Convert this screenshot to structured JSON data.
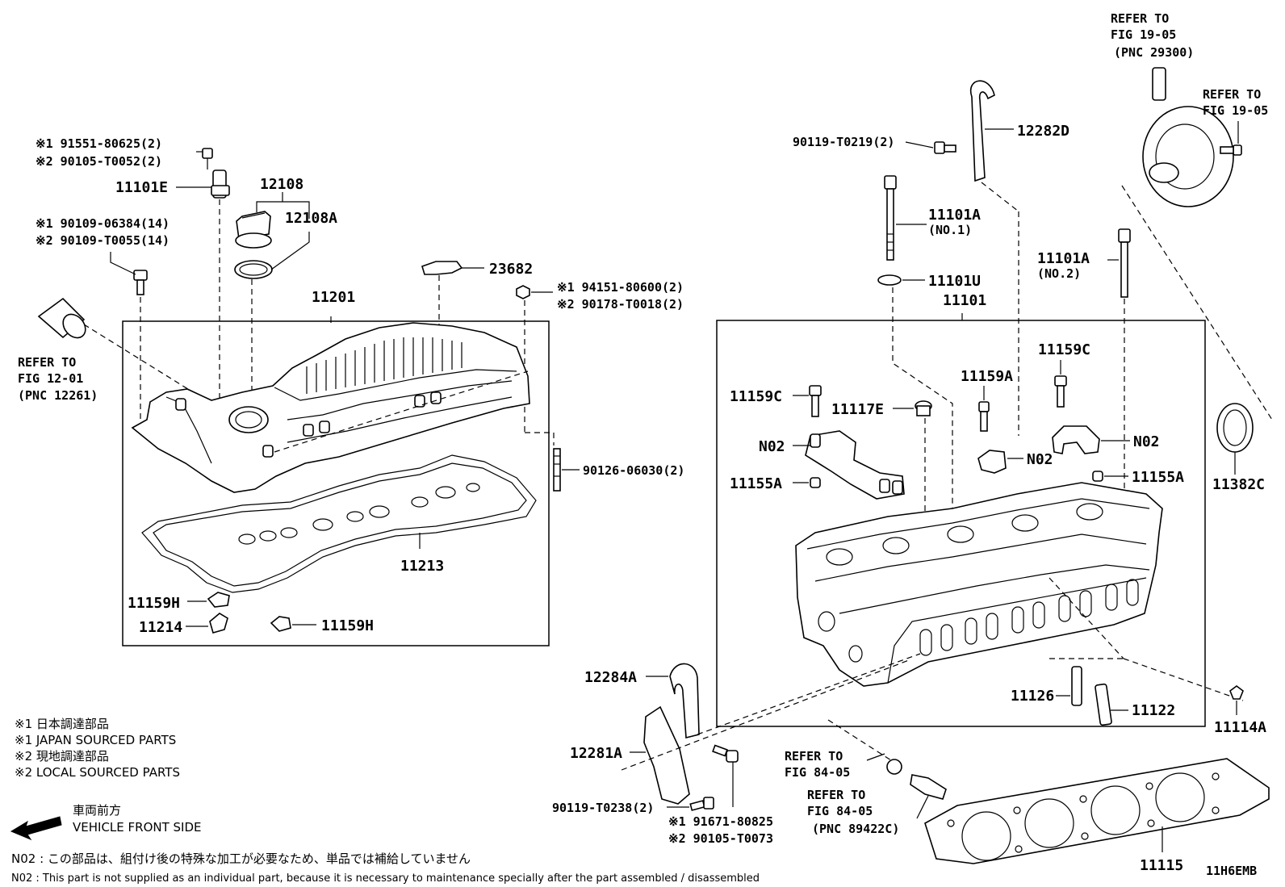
{
  "diagram_code": "11H6EMB",
  "callouts": {
    "c_11101E": "11101E",
    "c_12108": "12108",
    "c_12108A": "12108A",
    "c_23682": "23682",
    "c_11201": "11201",
    "c_90126": "90126-06030(2)",
    "c_11213": "11213",
    "c_11159H_a": "11159H",
    "c_11214": "11214",
    "c_11159H_b": "11159H",
    "c_12282D": "12282D",
    "c_90119_T0219": "90119-T0219(2)",
    "c_11101A_1": "11101A",
    "c_11101A_1_sub": "(NO.1)",
    "c_11101U": "11101U",
    "c_11101": "11101",
    "c_11101A_2": "11101A",
    "c_11101A_2_sub": "(NO.2)",
    "c_11159C_a": "11159C",
    "c_11159A": "11159A",
    "c_11159C_b": "11159C",
    "c_11117E": "11117E",
    "c_N02_a": "N02",
    "c_N02_b": "N02",
    "c_N02_c": "N02",
    "c_11155A_a": "11155A",
    "c_11155A_b": "11155A",
    "c_11382C": "11382C",
    "c_12284A": "12284A",
    "c_12281A": "12281A",
    "c_90119_T0238": "90119-T0238(2)",
    "c_11126": "11126",
    "c_11122": "11122",
    "c_11114A": "11114A",
    "c_11115": "11115"
  },
  "alt_parts": {
    "a1_l1": "※1 91551-80625(2)",
    "a1_l2": "※2 90105-T0052(2)",
    "a2_l1": "※1 90109-06384(14)",
    "a2_l2": "※2 90109-T0055(14)",
    "a3_l1": "※1 94151-80600(2)",
    "a3_l2": "※2 90178-T0018(2)",
    "a4_l1": "※1 91671-80825",
    "a4_l2": "※2 90105-T0073"
  },
  "references": {
    "r1_l1": "REFER TO",
    "r1_l2": "FIG 12-01",
    "r1_l3": "(PNC 12261)",
    "r2_l1": "REFER TO",
    "r2_l2": "FIG 19-05",
    "r2_l3": "(PNC 29300)",
    "r3_l1": "REFER TO",
    "r3_l2": "FIG 19-05",
    "r4_l1": "REFER TO",
    "r4_l2": "FIG 84-05",
    "r5_l1": "REFER TO",
    "r5_l2": "FIG 84-05",
    "r5_l3": "(PNC 89422C)"
  },
  "legend": {
    "l1": "※1  日本調達部品",
    "l2": "※1  JAPAN SOURCED PARTS",
    "l3": "※2  現地調達部品",
    "l4": "※2  LOCAL SOURCED PARTS",
    "front_jp": "車両前方",
    "front_en": "VEHICLE FRONT SIDE"
  },
  "notes": {
    "n1": "N02 : この部品は、組付け後の特殊な加工が必要なため、単品では補給していません",
    "n2": "N02 : This part is not supplied as an individual part, because it is necessary to maintenance specially after the part assembled / disassembled"
  }
}
